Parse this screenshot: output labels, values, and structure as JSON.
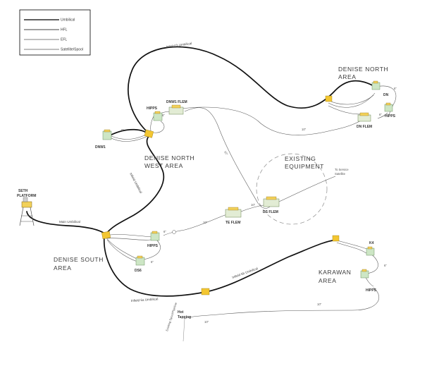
{
  "legend": {
    "items": [
      {
        "label": "Umbilical"
      },
      {
        "label": "HFL"
      },
      {
        "label": "EFL"
      },
      {
        "label": "Satellite/Spool"
      }
    ]
  },
  "areas": {
    "denise_north": [
      "DENISE NORTH",
      "AREA"
    ],
    "denise_north_west": [
      "DENISE NORTH",
      "WEST AREA"
    ],
    "denise_south": [
      "DENISE SOUTH",
      "AREA"
    ],
    "karawan": [
      "KARAWAN",
      "AREA"
    ],
    "existing": [
      "EXISTING",
      "EQUIPMENT"
    ]
  },
  "platform": [
    "SETH",
    "PLATFORM"
  ],
  "nodes": {
    "dnw1": "DNW1",
    "dnw1_flem": "DNW1 FLEM",
    "hipps_nw": "HIPPS",
    "dn": "DN",
    "dn_flem": "DN FLEM",
    "hipps_n": "HIPPS",
    "ds6": "DS6",
    "hipps_s": "HIPPS",
    "te_flem": "TE FLEM",
    "ds_flem": "DS FLEM",
    "k4": "K4",
    "hipps_k": "HIPPS",
    "hot_tapping": [
      "Hot",
      "Tapping"
    ]
  },
  "annotations": {
    "infield_umb_top": "Infield D Umbilical",
    "infield_umb_nw": "Infield Umbilical",
    "main_umbilical": "Main Umbilical",
    "infield_umb_south": "Infield 6a Umbilical",
    "infield_umb_karawan": "Infield 6b Umbilical",
    "to_service": [
      "To Service",
      "Satellite"
    ],
    "spool_label": "Existing Spool/Pipeline",
    "size_6a": "6\"",
    "size_6b": "6\"",
    "size_6c": "6\"",
    "size_6d": "6\"",
    "size_6e": "6\"",
    "size_6f": "6\"",
    "size_6g": "6\"",
    "size_10a": "10\"",
    "size_10b": "10\"",
    "size_10c": "10\"",
    "size_10d": "10\"",
    "size_10e": "10\"",
    "size_10f": "10\""
  }
}
